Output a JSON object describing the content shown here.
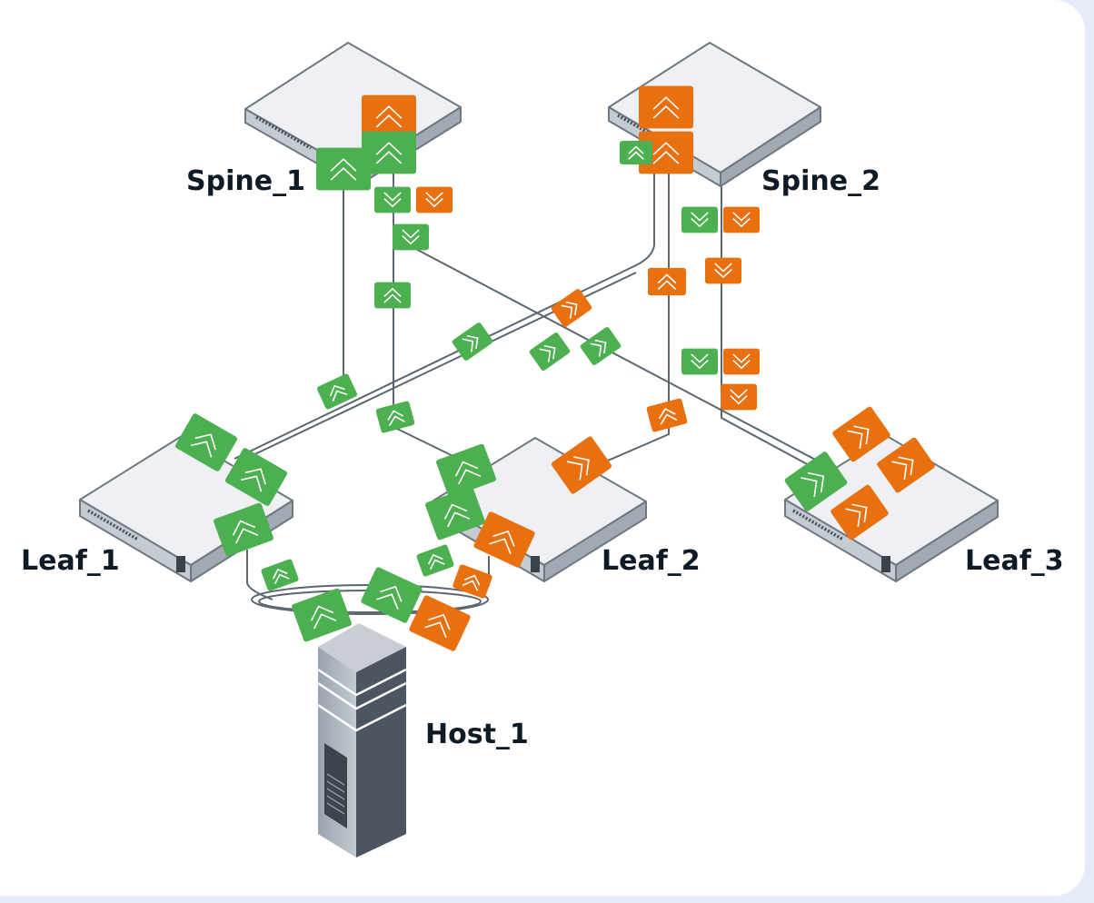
{
  "nodes": {
    "spine_1": {
      "label": "Spine_1",
      "icon": "switch-icon"
    },
    "spine_2": {
      "label": "Spine_2",
      "icon": "switch-icon"
    },
    "leaf_1": {
      "label": "Leaf_1",
      "icon": "switch-icon"
    },
    "leaf_2": {
      "label": "Leaf_2",
      "icon": "switch-icon"
    },
    "leaf_3": {
      "label": "Leaf_3",
      "icon": "switch-icon"
    },
    "host_1": {
      "label": "Host_1",
      "icon": "server-tower-icon"
    }
  },
  "status_colors": {
    "up": "#4caf50",
    "down": "#e8700f"
  },
  "badge_icons": {
    "up": "chevron-up-icon",
    "down": "chevron-down-icon"
  }
}
